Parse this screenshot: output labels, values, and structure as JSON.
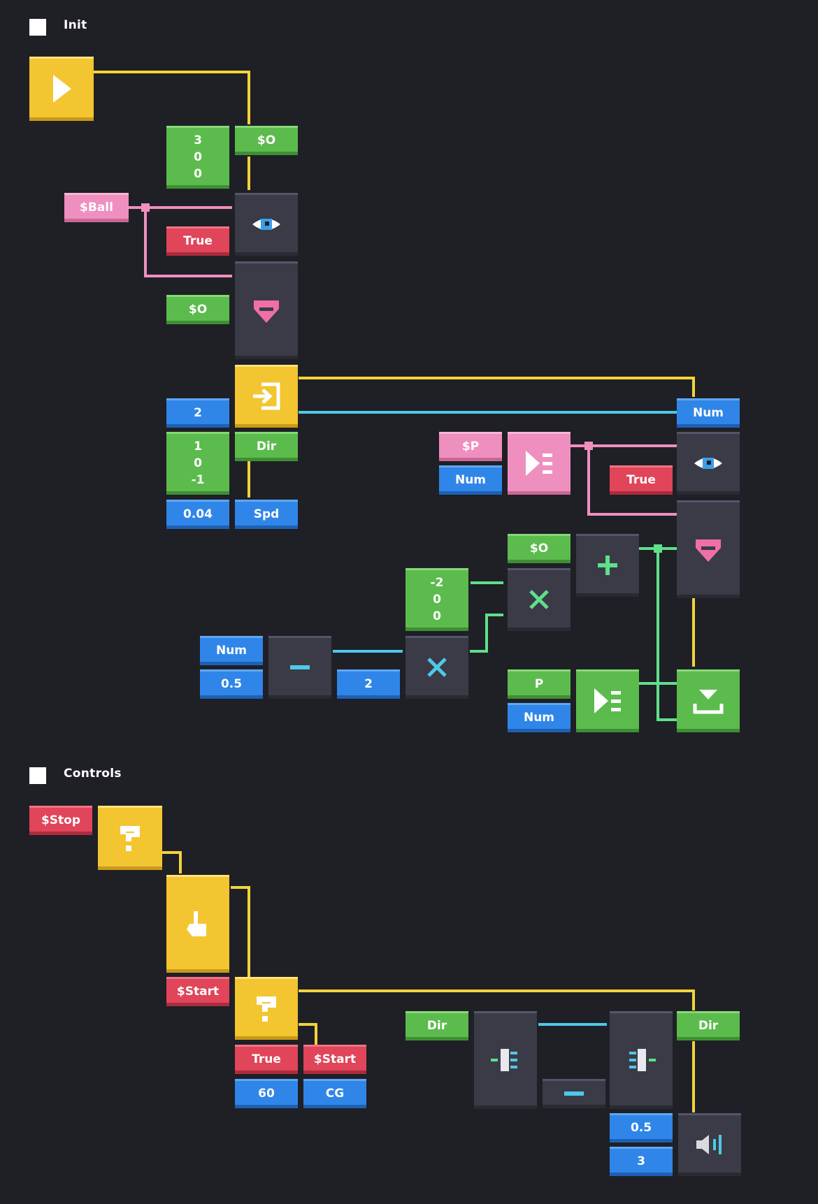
{
  "sections": [
    {
      "title": "Init"
    },
    {
      "title": "Controls"
    }
  ],
  "colors": {
    "background": "#1f1f26",
    "flow": "#f2d43a",
    "data_blue": "#4ec9e8",
    "data_pink": "#ef8fbf",
    "data_green": "#5fe08a",
    "yellow": "#f2c531",
    "green": "#5cbb4d",
    "blue": "#2f86e8",
    "red": "#e0455a",
    "pink": "#ef8fbf",
    "dark": "#3b3b47"
  },
  "init": {
    "start_icon": "play-icon",
    "vec_300": [
      "3",
      "0",
      "0"
    ],
    "var_so_top": "$O",
    "var_ball": "$Ball",
    "true_1": "True",
    "eye_icon": "eye-icon",
    "var_so_mid": "$O",
    "gem_icon": "gem-icon",
    "loop_icon": "enter-loop-icon",
    "num_two": "2",
    "vec_10m1": [
      "1",
      "0",
      "-1"
    ],
    "var_dir": "Dir",
    "num_004": "0.04",
    "var_spd": "Spd",
    "num_right": "Num",
    "var_p_pink": "$P",
    "num_pink": "Num",
    "list_get_icon": "list-get-icon",
    "true_2": "True",
    "var_so_right": "$O",
    "plus_icon": "plus-icon",
    "vec_m200": [
      "-2",
      "0",
      "0"
    ],
    "mult_icon_green": "multiply-icon",
    "num_left": "Num",
    "num_05": "0.5",
    "minus_icon": "minus-icon",
    "num_two_b": "2",
    "mult_icon_blue": "multiply-icon",
    "var_p_green": "P",
    "num_green": "Num",
    "set_icon": "set-position-icon"
  },
  "controls": {
    "var_stop": "$Stop",
    "if_icon": "question-icon",
    "touch_icon": "hand-touch-icon",
    "var_start": "$Start",
    "if_icon_2": "question-icon",
    "true_3": "True",
    "var_start_2": "$Start",
    "num_60": "60",
    "var_cg": "CG",
    "var_dir_left": "Dir",
    "slider_icon_left": "slider-left-icon",
    "minus_icon_2": "minus-icon",
    "slider_icon_right": "slider-right-icon",
    "var_dir_right": "Dir",
    "num_05_b": "0.5",
    "num_3": "3",
    "sound_icon": "volume-icon"
  }
}
